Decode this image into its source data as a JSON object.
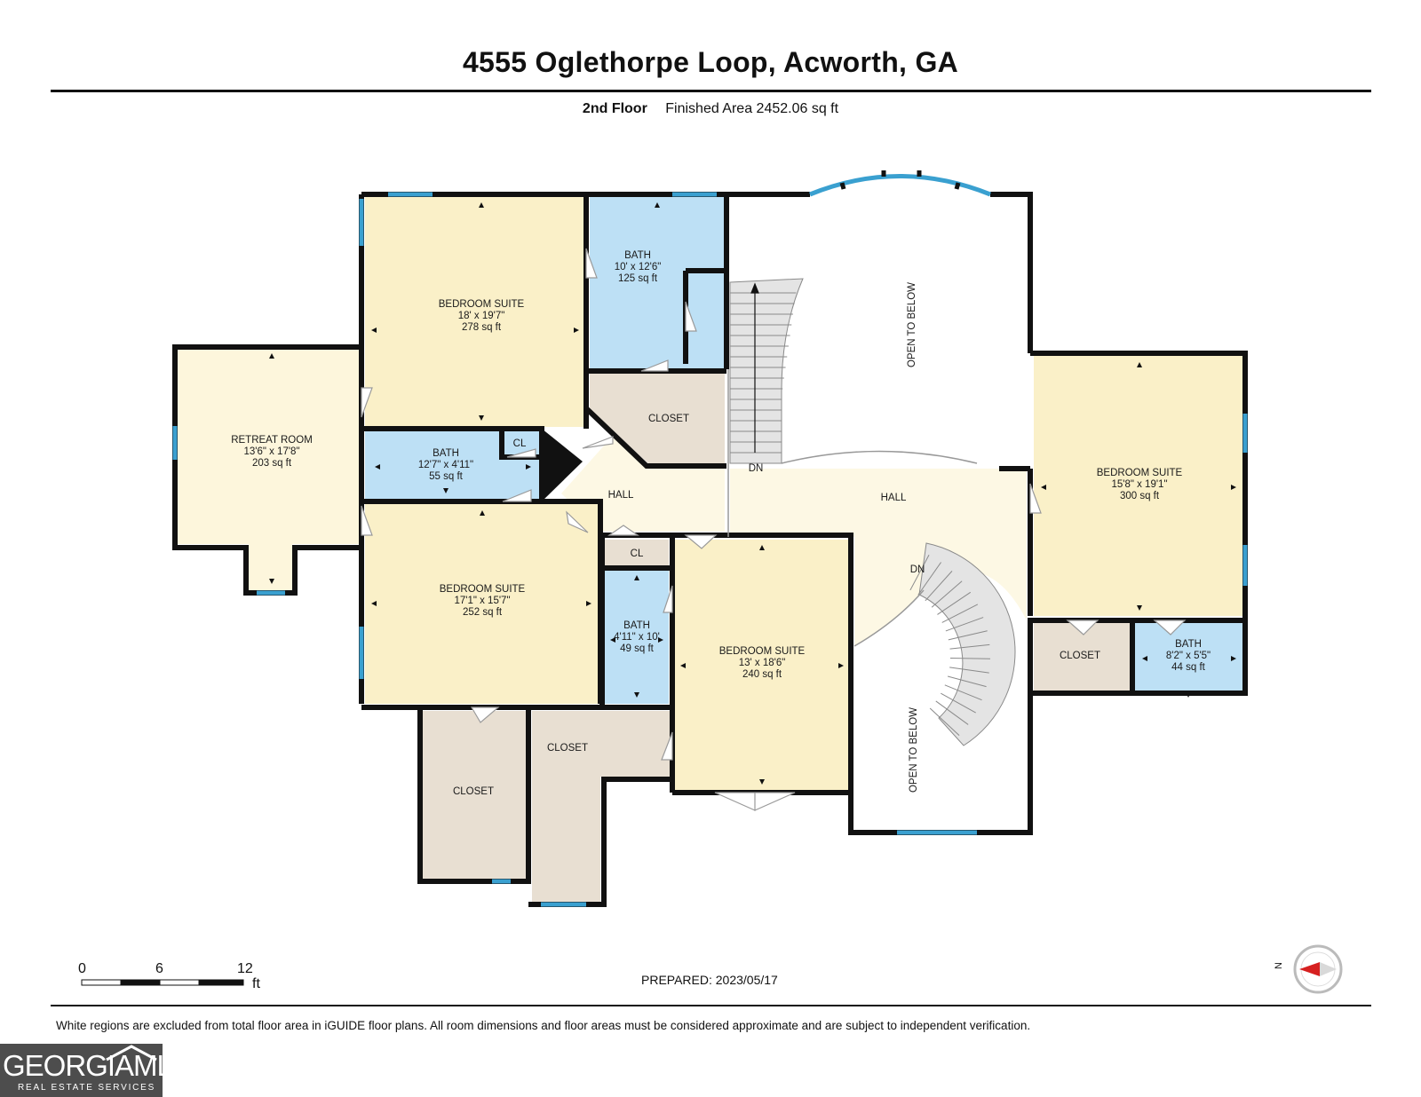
{
  "header": {
    "address": "4555 Oglethorpe Loop, Acworth, GA",
    "floor": "2nd Floor",
    "finished_area": "Finished Area 2452.06 sq ft"
  },
  "rooms": {
    "bedroom_top": {
      "name": "BEDROOM SUITE",
      "dims": "18' x 19'7\"",
      "area": "278 sq ft"
    },
    "bath_top": {
      "name": "BATH",
      "dims": "10' x 12'6\"",
      "area": "125 sq ft"
    },
    "retreat": {
      "name": "RETREAT ROOM",
      "dims": "13'6\" x 17'8\"",
      "area": "203 sq ft"
    },
    "bath_mid": {
      "name": "BATH",
      "dims": "12'7\" x 4'11\"",
      "area": "55 sq ft"
    },
    "cl_mid": {
      "name": "CL"
    },
    "closet_top": {
      "name": "CLOSET"
    },
    "hall_small": {
      "name": "HALL"
    },
    "hall_big": {
      "name": "HALL"
    },
    "dn_top": {
      "name": "DN"
    },
    "dn_spiral": {
      "name": "DN"
    },
    "open_top": {
      "name": "OPEN TO BELOW"
    },
    "open_bottom": {
      "name": "OPEN TO BELOW"
    },
    "bedroom_right": {
      "name": "BEDROOM SUITE",
      "dims": "15'8\" x 19'1\"",
      "area": "300 sq ft"
    },
    "bedroom_left": {
      "name": "BEDROOM SUITE",
      "dims": "17'1\" x 15'7\"",
      "area": "252 sq ft"
    },
    "cl_small": {
      "name": "CL"
    },
    "bath_small": {
      "name": "BATH",
      "dims": "4'11\" x 10'",
      "area": "49 sq ft"
    },
    "bedroom_center": {
      "name": "BEDROOM SUITE",
      "dims": "13' x 18'6\"",
      "area": "240 sq ft"
    },
    "closet_right": {
      "name": "CLOSET"
    },
    "bath_right": {
      "name": "BATH",
      "dims": "8'2\" x 5'5\"",
      "area": "44 sq ft"
    },
    "closet_bl": {
      "name": "CLOSET"
    },
    "closet_bm": {
      "name": "CLOSET"
    }
  },
  "scale": {
    "t0": "0",
    "t1": "6",
    "t2": "12",
    "unit": "ft"
  },
  "prepared": "PREPARED: 2023/05/17",
  "disclaimer": "White regions are excluded from total floor area in iGUIDE floor plans. All room dimensions and floor areas must be considered approximate and are subject to independent verification.",
  "logo": {
    "main": "GEORGIAMLS",
    "sub": "REAL ESTATE SERVICES"
  },
  "compass": {
    "label": "N"
  },
  "colors": {
    "bedroom": "#faf0c8",
    "retreat": "#fdf6dc",
    "bath": "#bde0f5",
    "closet": "#e8dfd2",
    "hall": "#fdf8e4",
    "wall": "#111111",
    "window": "#3aa0d0"
  }
}
